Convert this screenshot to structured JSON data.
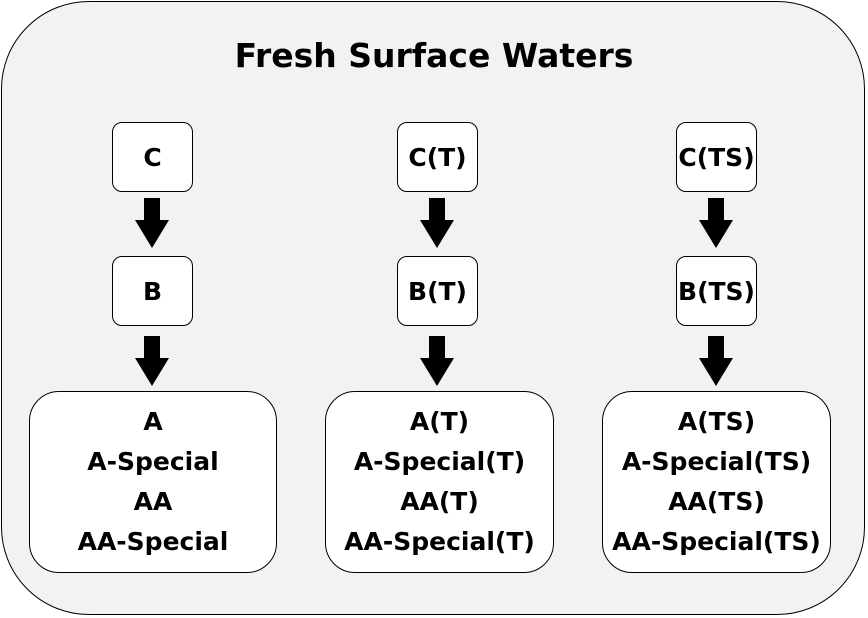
{
  "title": "Fresh Surface Waters",
  "columns": [
    {
      "top": "C",
      "middle": "B",
      "bottom": [
        "A",
        "A-Special",
        "AA",
        "AA-Special"
      ]
    },
    {
      "top": "C(T)",
      "middle": "B(T)",
      "bottom": [
        "A(T)",
        "A-Special(T)",
        "AA(T)",
        "AA-Special(T)"
      ]
    },
    {
      "top": "C(TS)",
      "middle": "B(TS)",
      "bottom": [
        "A(TS)",
        "A-Special(TS)",
        "AA(TS)",
        "AA-Special(TS)"
      ]
    }
  ],
  "colors": {
    "container_fill": "#f2f2f2",
    "box_fill": "#ffffff",
    "stroke": "#000000"
  },
  "icons": {
    "arrow": "down-arrow-icon"
  }
}
